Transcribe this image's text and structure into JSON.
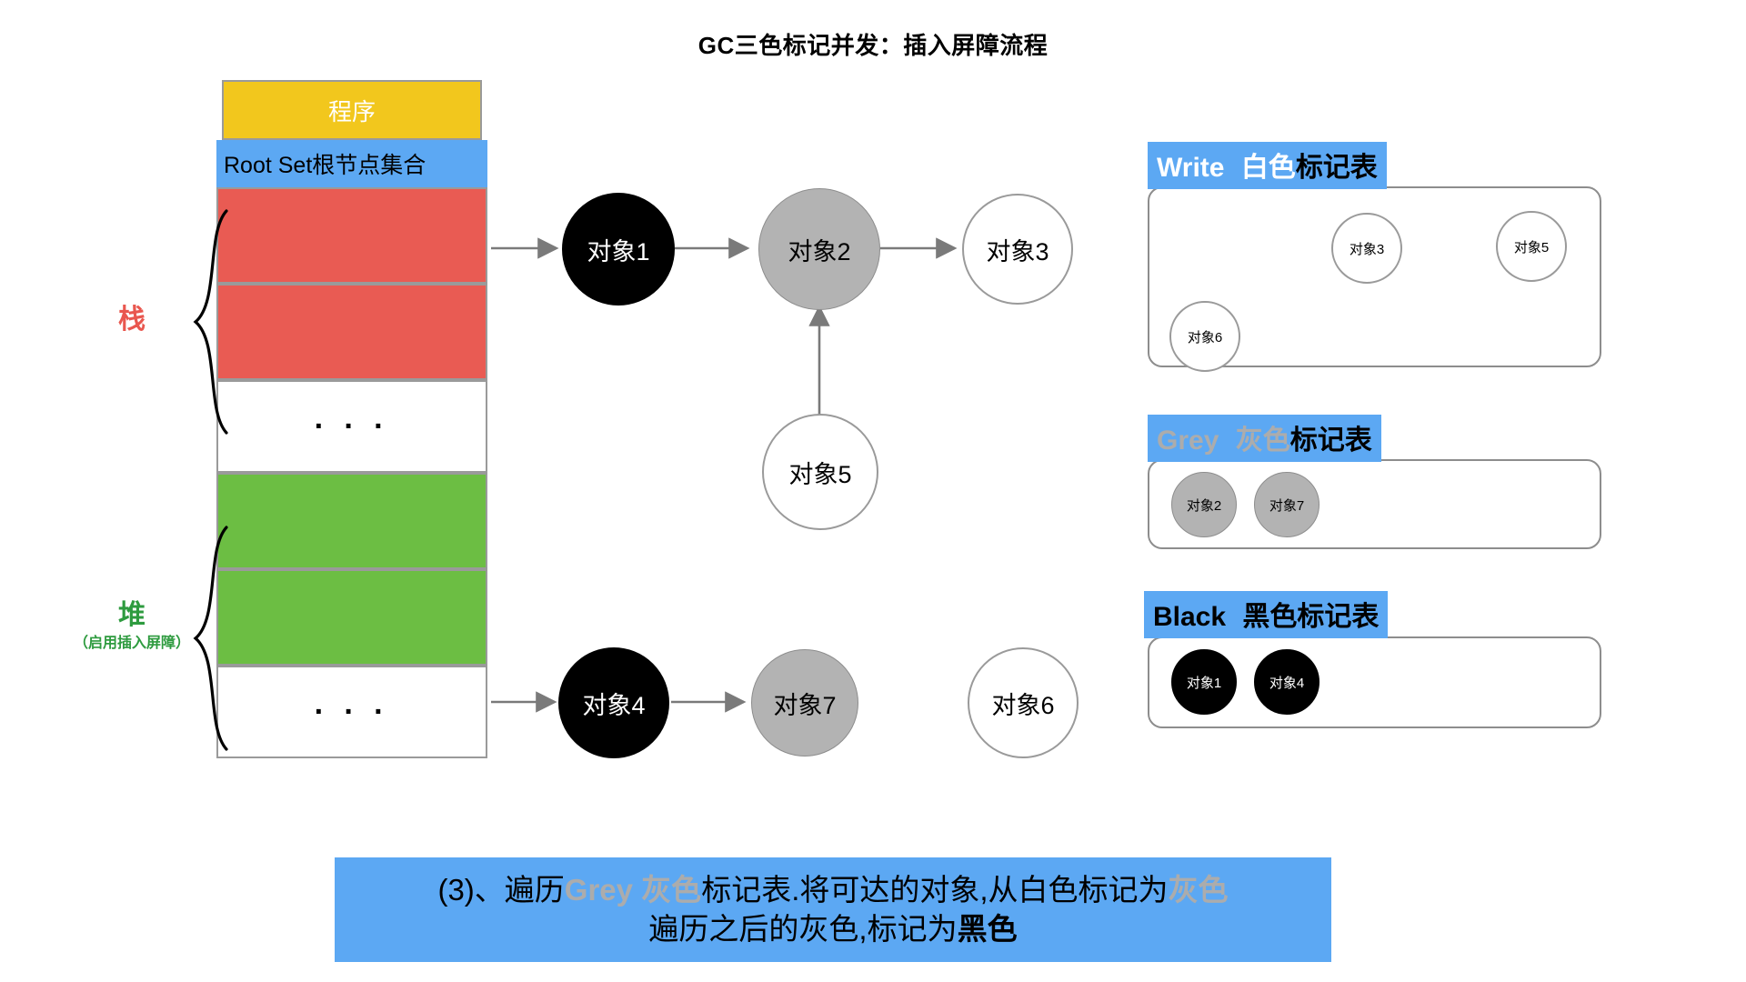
{
  "title": "GC三色标记并发：插入屏障流程",
  "memory": {
    "program_label": "程序",
    "root_set_label": "Root Set根节点集合",
    "ellipsis": "· · ·",
    "stack_label": "栈",
    "heap_label": "堆",
    "heap_sub_label": "（启用插入屏障）"
  },
  "graph": {
    "nodes": [
      {
        "id": "obj1",
        "label": "对象1",
        "color": "black"
      },
      {
        "id": "obj2",
        "label": "对象2",
        "color": "grey"
      },
      {
        "id": "obj3",
        "label": "对象3",
        "color": "white"
      },
      {
        "id": "obj5",
        "label": "对象5",
        "color": "white"
      },
      {
        "id": "obj4",
        "label": "对象4",
        "color": "black"
      },
      {
        "id": "obj7",
        "label": "对象7",
        "color": "grey"
      },
      {
        "id": "obj6",
        "label": "对象6",
        "color": "white"
      }
    ]
  },
  "tables": {
    "white": {
      "head_en": "Write",
      "head_cn": "白色",
      "head_tail": "标记表",
      "items": [
        {
          "label": "对象3"
        },
        {
          "label": "对象5"
        },
        {
          "label": "对象6"
        }
      ]
    },
    "grey": {
      "head_en": "Grey",
      "head_cn": "灰色",
      "head_tail": "标记表",
      "items": [
        {
          "label": "对象2"
        },
        {
          "label": "对象7"
        }
      ]
    },
    "black": {
      "head_en": "Black",
      "head_cn": "黑色",
      "head_tail": "标记表",
      "items": [
        {
          "label": "对象1"
        },
        {
          "label": "对象4"
        }
      ]
    }
  },
  "caption": {
    "line1_a": "(3)、遍历",
    "line1_grey": "Grey 灰色",
    "line1_b": "标记表.将可达的对象,从白色标记为",
    "line1_grey2": "灰色",
    "line2_a": "遍历之后的灰色,标记为",
    "line2_black": "黑色"
  },
  "colors": {
    "blue": "#5CA8F3",
    "yellow": "#F2C71D",
    "red": "#E95B53",
    "green": "#6CBE43",
    "grey_node": "#B3B3B3",
    "stroke": "#8d8d8d"
  }
}
